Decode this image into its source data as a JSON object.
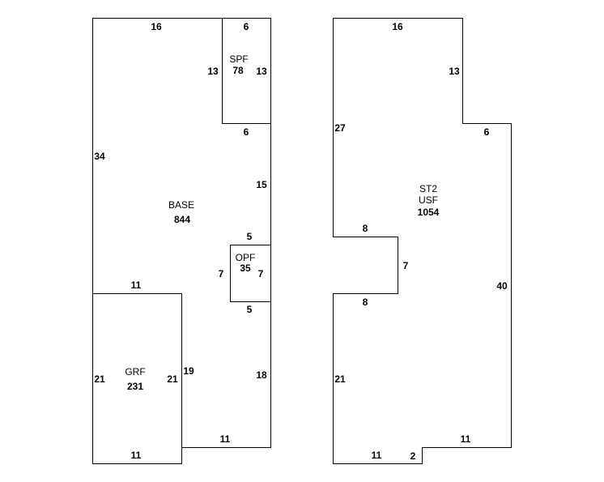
{
  "sketch_left": {
    "areas": {
      "base": {
        "code": "BASE",
        "sqft": "844"
      },
      "spf": {
        "code": "SPF",
        "sqft": "78"
      },
      "opf": {
        "code": "OPF",
        "sqft": "35"
      },
      "grf": {
        "code": "GRF",
        "sqft": "231"
      }
    },
    "dims": {
      "base_top": "16",
      "base_left": "34",
      "base_right": "15",
      "base_right_lower": "18",
      "base_bottom": "11",
      "base_grf_top": "11",
      "base_grf_side": "19",
      "spf_top": "6",
      "spf_left": "13",
      "spf_right": "13",
      "spf_bottom": "6",
      "opf_top": "5",
      "opf_left": "7",
      "opf_right": "7",
      "opf_bottom": "5",
      "grf_left": "21",
      "grf_right": "21",
      "grf_bottom": "11"
    }
  },
  "sketch_right": {
    "area": {
      "code": "ST2",
      "subcode": "USF",
      "sqft": "1054"
    },
    "dims": {
      "top": "16",
      "right_upper": "13",
      "step": "6",
      "left_upper": "27",
      "notch_top": "8",
      "notch_side": "7",
      "notch_bottom": "8",
      "right": "40",
      "left_lower": "21",
      "bottom_right": "11",
      "bottom_left": "11",
      "bottom_step": "2"
    }
  }
}
